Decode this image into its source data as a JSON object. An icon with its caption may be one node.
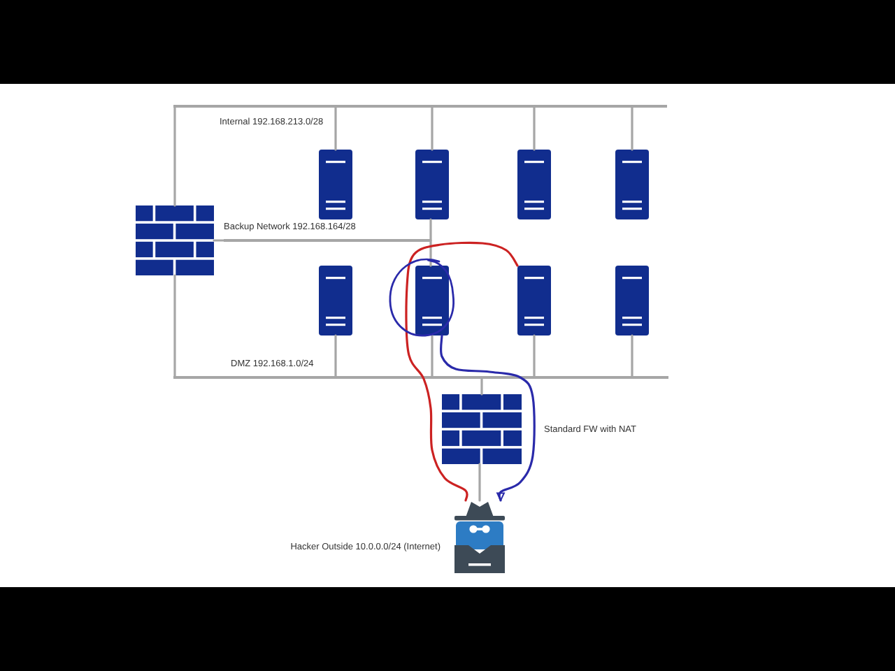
{
  "diagram": {
    "nodes": [
      {
        "text": [
          "Internal 192.168.213.0/28"
        ]
      },
      {
        "text": [],
        "shape": "picture"
      },
      {
        "text": [],
        "shape": "picture"
      },
      {
        "text": [],
        "shape": "picture"
      },
      {
        "text": [],
        "shape": "picture"
      },
      {
        "text": [],
        "shape": "picture"
      },
      {
        "text": [
          "Backup Network 192.168.164/28"
        ]
      },
      {
        "text": [],
        "shape": "picture"
      },
      {
        "text": [],
        "shape": "picture"
      },
      {
        "text": [],
        "shape": "picture"
      },
      {
        "text": [],
        "shape": "picture"
      },
      {
        "text": [
          "DMZ 192.168.1.0/24"
        ]
      },
      {
        "text": [],
        "shape": "picture",
        "beside": [
          "Standard FW with NAT"
        ]
      },
      {
        "text": [],
        "shape": "person",
        "beside": [
          "Hacker Outside 10.0.0.0/24 (Internet)"
        ]
      }
    ],
    "edges": [
      {
        "from": 0,
        "to": 1,
        "arrow": "none"
      },
      {
        "from": 0,
        "to": 2,
        "arrow": "none"
      },
      {
        "from": 0,
        "to": 3,
        "arrow": "none"
      },
      {
        "from": 0,
        "to": 4,
        "arrow": "none"
      },
      {
        "from": 0,
        "to": 5,
        "arrow": "none"
      },
      {
        "from": 1,
        "to": 6,
        "arrow": "none"
      },
      {
        "from": 6,
        "to": 3,
        "arrow": "none"
      },
      {
        "from": 6,
        "to": 8,
        "arrow": "none"
      },
      {
        "from": 1,
        "to": 11,
        "arrow": "none"
      },
      {
        "from": 11,
        "to": 7,
        "arrow": "none"
      },
      {
        "from": 11,
        "to": 8,
        "arrow": "none"
      },
      {
        "from": 11,
        "to": 9,
        "arrow": "none"
      },
      {
        "from": 11,
        "to": 10,
        "arrow": "none"
      },
      {
        "from": 11,
        "to": 12,
        "arrow": "none"
      },
      {
        "from": 12,
        "to": 13,
        "arrow": "none"
      },
      {
        "from": 13,
        "to": 9,
        "arrow": "none",
        "color": "#cc2222"
      },
      {
        "from": 8,
        "to": 13,
        "arrow": "to",
        "color": "#2a2aaa"
      }
    ]
  }
}
